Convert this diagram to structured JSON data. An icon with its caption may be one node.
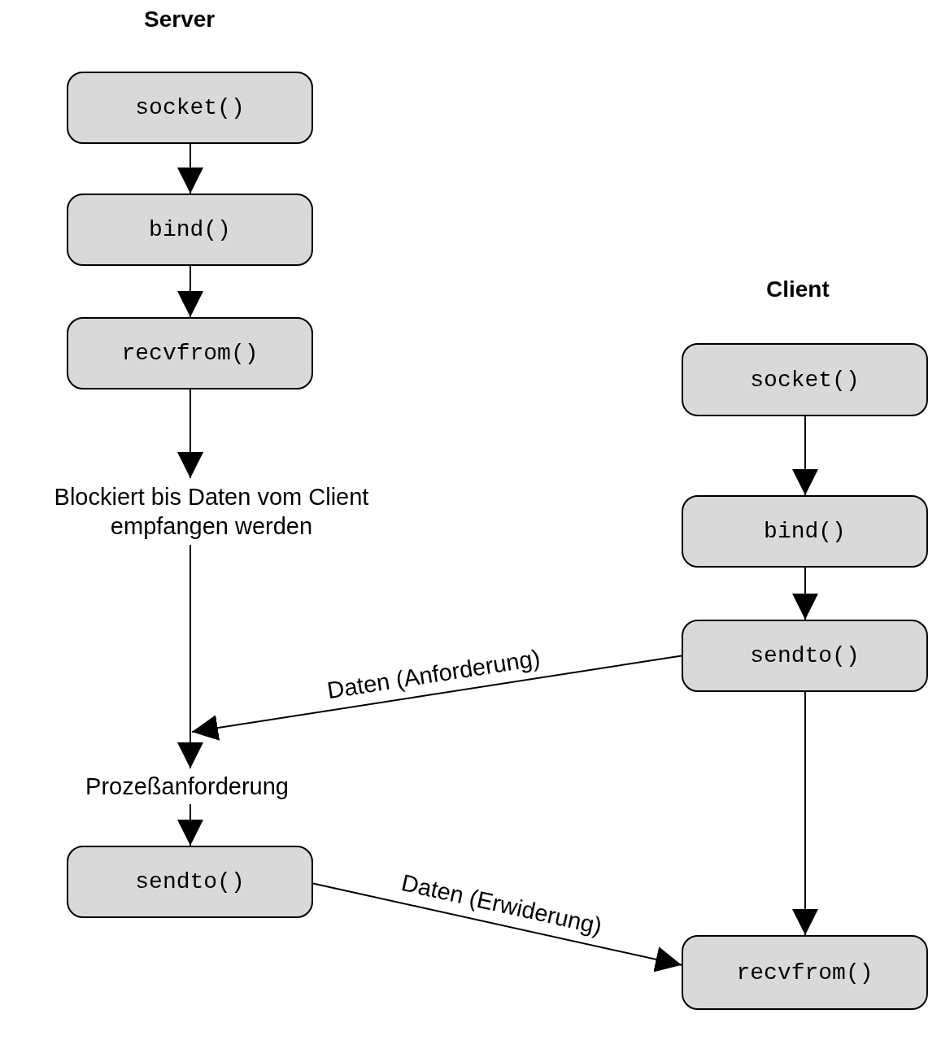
{
  "diagram": {
    "nodes": [
      {
        "text": [
          "socket()"
        ]
      },
      {
        "text": [
          "bind()"
        ]
      },
      {
        "text": [
          "recvfrom()"
        ]
      },
      {
        "text": [
          "Blockiert bis Daten vom Client empfangen werden"
        ]
      },
      {
        "text": [
          "Prozeßanforderung"
        ]
      },
      {
        "text": [
          "sendto()"
        ]
      },
      {
        "text": [
          "socket()"
        ]
      },
      {
        "text": [
          "bind()"
        ]
      },
      {
        "text": [
          "sendto()"
        ]
      },
      {
        "text": [
          "recvfrom()"
        ]
      }
    ],
    "edges": [
      {
        "from": 0,
        "to": 1,
        "arrow": "to"
      },
      {
        "from": 1,
        "to": 2,
        "arrow": "to"
      },
      {
        "from": 2,
        "to": 3,
        "arrow": "to"
      },
      {
        "from": 3,
        "to": 4,
        "arrow": "to"
      },
      {
        "from": 4,
        "to": 5,
        "arrow": "to"
      },
      {
        "from": 6,
        "to": 7,
        "arrow": "to"
      },
      {
        "from": 7,
        "to": 8,
        "arrow": "to"
      },
      {
        "from": 8,
        "to": 9,
        "arrow": "to"
      },
      {
        "from": 8,
        "to": null,
        "arrow": "to",
        "label": "Daten (Anforderung)"
      },
      {
        "from": 5,
        "to": 9,
        "arrow": "to",
        "label": "Daten (Erwiderung)"
      }
    ],
    "labels": [
      "Server",
      "Client"
    ]
  }
}
